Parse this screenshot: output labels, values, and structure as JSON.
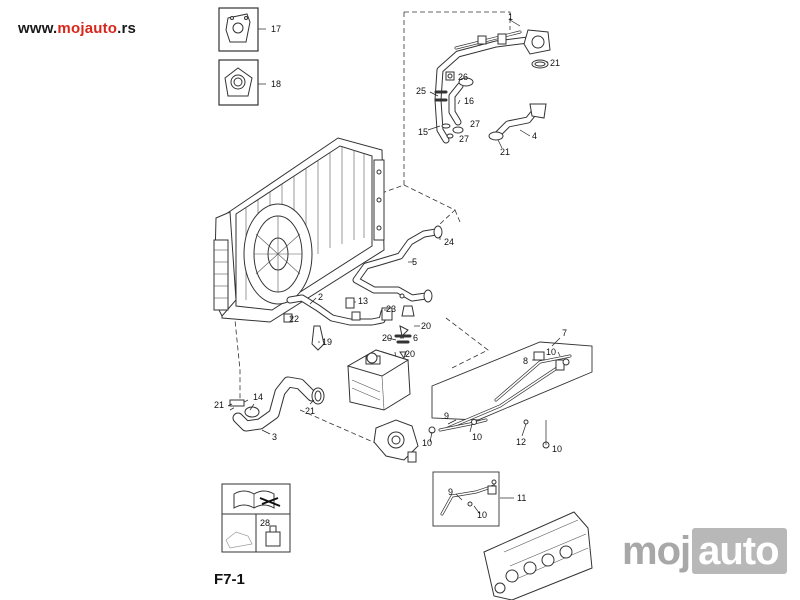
{
  "header": {
    "site_prefix": "www.",
    "site_brand": "mojauto",
    "site_suffix": ".rs"
  },
  "footer": {
    "page_code": "F7-1"
  },
  "watermark": {
    "part_a": "moj",
    "part_b": "auto"
  },
  "parts": {
    "p1": "1",
    "p2": "2",
    "p3": "3",
    "p4": "4",
    "p5": "5",
    "p6": "6",
    "p7": "7",
    "p8": "8",
    "p9a": "9",
    "p9b": "9",
    "p10a": "10",
    "p10b": "10",
    "p10c": "10",
    "p10d": "10",
    "p10e": "10",
    "p11": "11",
    "p12": "12",
    "p13": "13",
    "p14": "14",
    "p15": "15",
    "p16": "16",
    "p17": "17",
    "p18": "18",
    "p19": "19",
    "p20a": "20",
    "p20b": "20",
    "p20c": "20",
    "p21a": "21",
    "p21b": "21",
    "p21c": "21",
    "p21d": "21",
    "p22": "22",
    "p23": "23",
    "p24": "24",
    "p25": "25",
    "p26": "26",
    "p27a": "27",
    "p27b": "27",
    "p28": "28"
  },
  "icons": [
    "gasket-icon",
    "toolkit-icon",
    "coolant-bottle-icon"
  ]
}
